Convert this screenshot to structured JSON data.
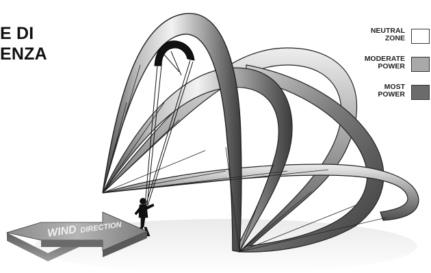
{
  "title": {
    "line1": "E DI",
    "line2": "ENZA"
  },
  "legend": {
    "items": [
      {
        "label": "NEUTRAL\nZONE",
        "color": "#ffffff"
      },
      {
        "label": "MODERATE\nPOWER",
        "color": "#a9a9a9"
      },
      {
        "label": "MOST\nPOWER",
        "color": "#6b6b6b"
      }
    ]
  },
  "arrow": {
    "label_big": "WIND",
    "label_small": "DIRECTION"
  }
}
